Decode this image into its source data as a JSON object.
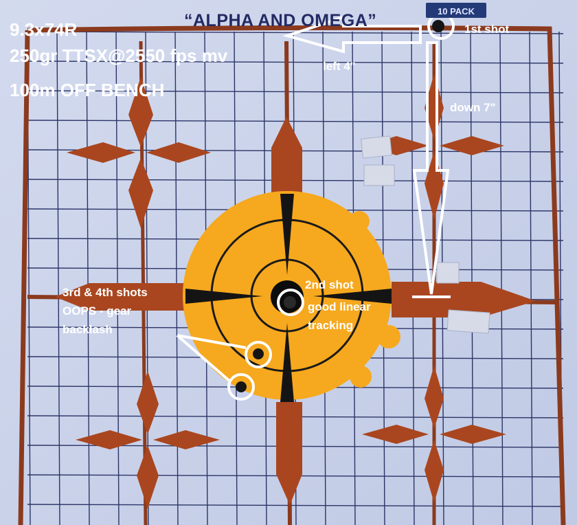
{
  "header": {
    "caliber": "9.3x74R",
    "load": "250gr TTSX@2550 fps mv",
    "distance": "100m OFF BENCH"
  },
  "target": {
    "title": "“ALPHA AND OMEGA”",
    "pack_badge": "10 PACK"
  },
  "annotations": {
    "first_shot": "1st shot",
    "left_adjust": "left 4\"",
    "down_adjust": "down 7\"",
    "second_shot_line1": "2nd shot",
    "second_shot_line2": "good linear",
    "second_shot_line3": "tracking",
    "third_fourth_line1": "3rd & 4th shots",
    "third_fourth_line2": "OOPS - gear",
    "third_fourth_line3": "backlash"
  },
  "colors": {
    "paper": "#c9d2ea",
    "grid": "#2b3466",
    "frame": "#8b3a1e",
    "diamond": "#a9461f",
    "center_disc": "#f6a81e",
    "annotation": "#ffffff"
  }
}
